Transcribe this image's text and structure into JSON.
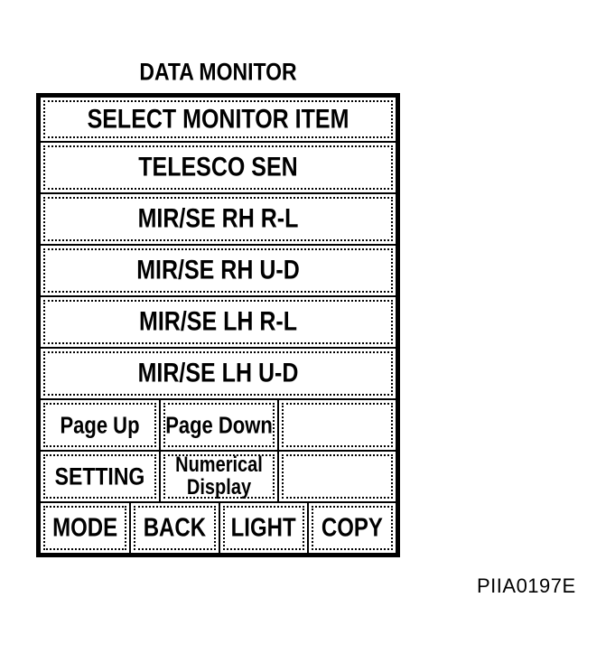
{
  "title": "DATA MONITOR",
  "panel": {
    "header": "SELECT MONITOR ITEM",
    "monitor_items": [
      "TELESCO SEN",
      "MIR/SE RH R-L",
      "MIR/SE RH U-D",
      "MIR/SE LH R-L",
      "MIR/SE LH U-D"
    ],
    "controls": {
      "page_up": "Page Up",
      "page_down": "Page Down",
      "setting": "SETTING",
      "numerical_display": "Numerical Display",
      "mode": "MODE",
      "back": "BACK",
      "light": "LIGHT",
      "copy": "COPY"
    }
  },
  "figure_code": "PIIA0197E",
  "colors": {
    "ink": "#000000",
    "paper": "#ffffff"
  }
}
